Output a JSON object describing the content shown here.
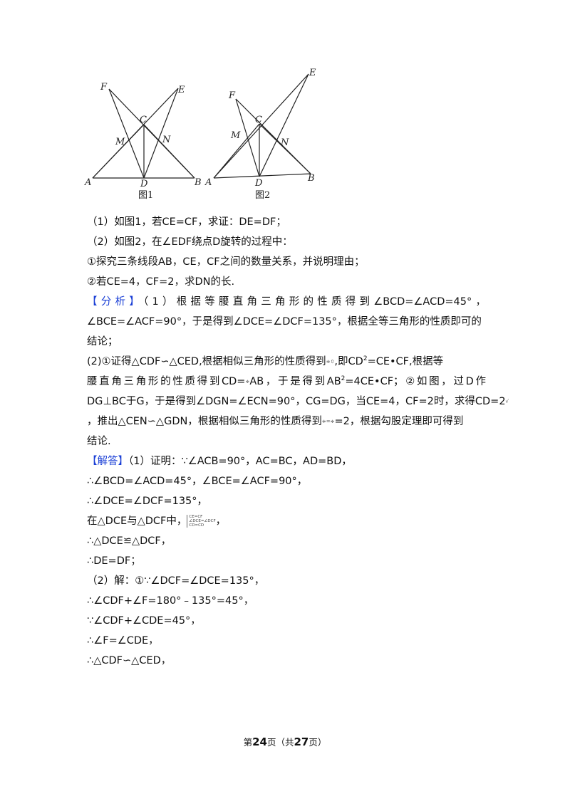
{
  "figure": {
    "fig1": {
      "caption": "图1",
      "labels": {
        "A": "A",
        "B": "B",
        "C": "C",
        "D": "D",
        "E": "E",
        "F": "F",
        "M": "M",
        "N": "N"
      }
    },
    "fig2": {
      "caption": "图2",
      "labels": {
        "A": "A",
        "B": "B",
        "C": "C",
        "D": "D",
        "E": "E",
        "F": "F",
        "M": "M",
        "N": "N"
      }
    }
  },
  "lines": {
    "q1": "（1）如图1，若CE=CF，求证：DE=DF；",
    "q2": "（2）如图2，在∠EDF绕点D旋转的过程中：",
    "q2a": "①探究三条线段AB，CE，CF之间的数量关系，并说明理由；",
    "q2b": "②若CE=4，CF=2，求DN的长.",
    "analysis_tag": "【分析】",
    "a1": "（1）根据等腰直角三角形的性质得到∠BCD=∠ACD=45°，",
    "a2": "∠BCE=∠ACF=90°，于是得到∠DCE=∠DCF=135°，根据全等三角形的性质即可的",
    "a3": "结论；",
    "a4_pre": "(2)①证得△CDF∽△CED,根据相似三角形的性质得到",
    "a4_frac": "≑⇳",
    "a4_mid": ",即CD",
    "a4_sup": "2",
    "a4_post": "=CE•CF,根据等",
    "a5_pre": "腰直角三角形的性质得到CD=",
    "a5_frac": "≑",
    "a5_mid": "AB，于是得到AB",
    "a5_sup": "2",
    "a5_post": "=4CE•CF；②如图，过D作",
    "a6_pre": "DG⊥BC于G，于是得到∠DGN=∠ECN=90°，CG=DG，当CE=4，CF=2时，求得CD=2",
    "a6_frac": "√",
    "a7_pre": "，推出△CEN∽△GDN，根据相似三角形的性质得到",
    "a7_frac": "≑=≑",
    "a7_post": "=2，根据勾股定理即可得到",
    "a8": "结论.",
    "solution_tag": "【解答】",
    "s1": "（1）证明：∵∠ACB=90°，AC=BC，AD=BD，",
    "s2": "∴∠BCD=∠ACD=45°，∠BCE=∠ACF=90°，",
    "s3": "∴∠DCE=∠DCF=135°，",
    "s4_pre": "在△DCE与△DCF中，",
    "s4_brace": [
      "CE=CF",
      "∠DCE=∠DCF",
      "CD=CD"
    ],
    "s4_post": "，",
    "s5": "∴△DCE≌△DCF，",
    "s6": "∴DE=DF；",
    "s7": "（2）解：①∵∠DCF=∠DCE=135°，",
    "s8": "∴∠CDF+∠F=180°﹣135°=45°，",
    "s9": "∵∠CDF+∠CDE=45°，",
    "s10": "∴∠F=∠CDE，",
    "s11": "∴△CDF∽△CED，"
  },
  "footer": {
    "p1": "第",
    "page": "24",
    "p2": "页（共",
    "total": "27",
    "p3": "页）"
  }
}
